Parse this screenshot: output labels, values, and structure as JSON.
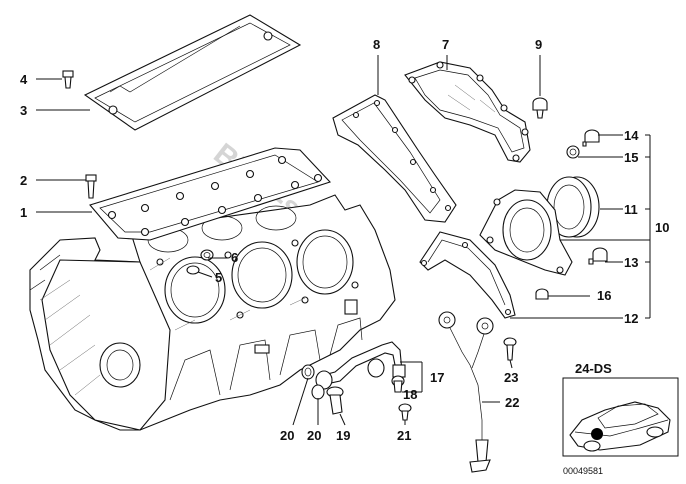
{
  "callouts": {
    "c1": "1",
    "c2": "2",
    "c3": "3",
    "c4": "4",
    "c5": "5",
    "c6": "6",
    "c7": "7",
    "c8": "8",
    "c9": "9",
    "c10": "10",
    "c11": "11",
    "c12": "12",
    "c13": "13",
    "c14": "14",
    "c15": "15",
    "c16": "16",
    "c17": "17",
    "c18": "18",
    "c19": "19",
    "c20a": "20",
    "c20b": "20",
    "c21": "21",
    "c22": "22",
    "c23": "23"
  },
  "inset": {
    "model": "24-DS"
  },
  "footer": {
    "ref_code": "00049581"
  },
  "watermark": "BMW-store.ru"
}
